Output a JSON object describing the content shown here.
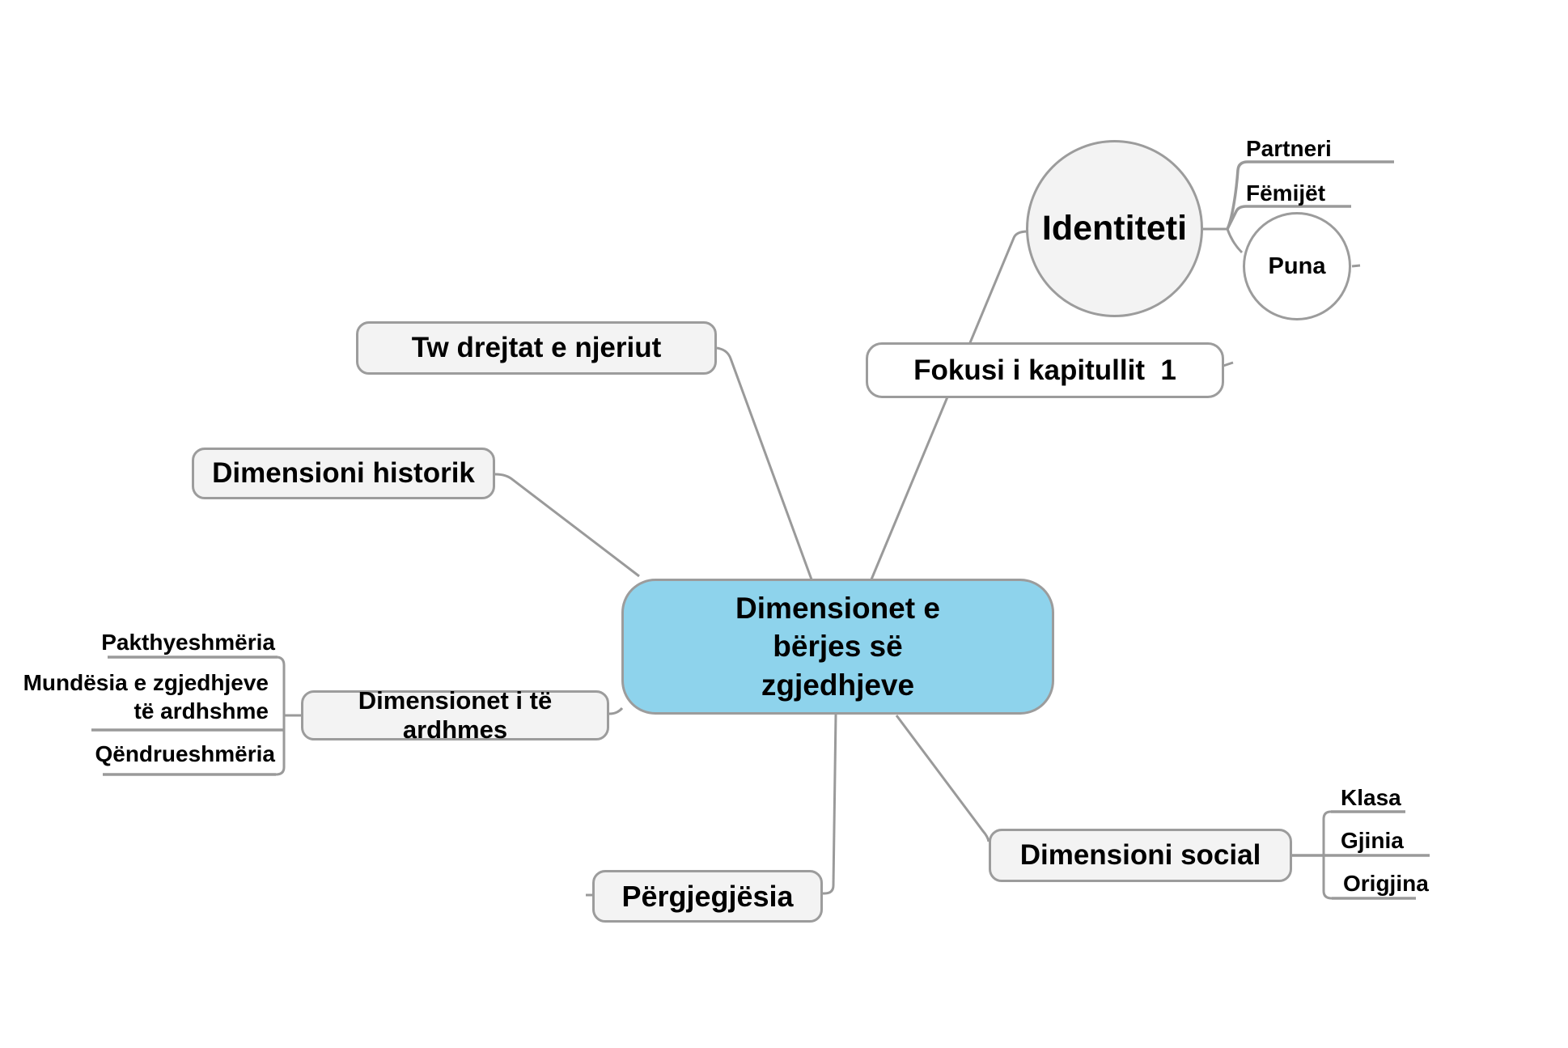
{
  "mindmap": {
    "title_hint": "mind map of dimensions of making choices",
    "center": {
      "label": "Dimensionet e\nbërjes së\nzgjedhjeve"
    },
    "branches": {
      "identiteti": {
        "label": "Identiteti",
        "children": {
          "partneri": {
            "label": "Partneri"
          },
          "femijet": {
            "label": "Fëmijët"
          },
          "puna": {
            "label": "Puna"
          }
        }
      },
      "fokusi": {
        "label": "Fokusi i kapitullit  1"
      },
      "tw_drejtat": {
        "label": "Tw drejtat e njeriut"
      },
      "historik": {
        "label": "Dimensioni historik"
      },
      "ardhmes": {
        "label": "Dimensionet i të ardhmes",
        "children": {
          "pakthyeshmeria": {
            "label": "Pakthyeshmëria"
          },
          "mundesia": {
            "label": "Mundësia e zgjedhjeve\ntë ardhshme"
          },
          "qendrueshmeria": {
            "label": "Qëndrueshmëria"
          }
        }
      },
      "pergjegjesia": {
        "label": "Përgjegjësia"
      },
      "social": {
        "label": "Dimensioni social",
        "children": {
          "klasa": {
            "label": "Klasa"
          },
          "gjinia": {
            "label": "Gjinia"
          },
          "origjina": {
            "label": "Origjina"
          }
        }
      }
    },
    "colors": {
      "center_fill": "#8ed3ec",
      "node_fill": "#f3f3f3",
      "white_fill": "#ffffff",
      "line": "#9a9a9a",
      "border": "#9c9c9c",
      "text": "#000000"
    }
  }
}
